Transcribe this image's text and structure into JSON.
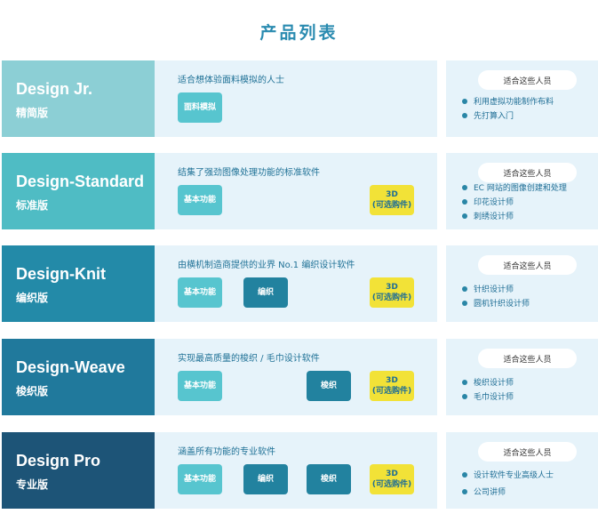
{
  "page": {
    "title": "产品列表"
  },
  "labels": {
    "users_header": "适合这些人员"
  },
  "colors": {
    "row1": "#8ccfd5",
    "row2": "#4fbcc4",
    "row3": "#238aa8",
    "row4": "#20799c",
    "row5": "#1d5477",
    "btn_light": "#57c5cf",
    "btn_dark": "#22829f",
    "btn_3d": "#f2e237",
    "panel": "#e6f3fa"
  },
  "products": [
    {
      "name": "Design Jr.",
      "subtitle": "精简版",
      "description": "适合想体验面料模拟的人士",
      "buttons": [
        "面料模拟"
      ],
      "users": [
        "利用虚拟功能制作布料",
        "先打算入门"
      ]
    },
    {
      "name": "Design-Standard",
      "subtitle": "标准版",
      "description": "结集了强劲图像处理功能的标准软件",
      "buttons": [
        "基本功能",
        "3D\n(可选购件)"
      ],
      "users": [
        "EC 网站的图像创建和处理",
        "印花设计师",
        "刺绣设计师"
      ]
    },
    {
      "name": "Design-Knit",
      "subtitle": "编织版",
      "description": "由横机制造商提供的业界 No.1 编织设计软件",
      "buttons": [
        "基本功能",
        "编织",
        "3D\n(可选购件)"
      ],
      "users": [
        "针织设计师",
        "圆机针织设计师"
      ]
    },
    {
      "name": "Design-Weave",
      "subtitle": "梭织版",
      "description": "实现最高质量的梭织 / 毛巾设计软件",
      "buttons": [
        "基本功能",
        "梭织",
        "3D\n(可选购件)"
      ],
      "users": [
        "梭织设计师",
        "毛巾设计师"
      ]
    },
    {
      "name": "Design Pro",
      "subtitle": "专业版",
      "description": "涵盖所有功能的专业软件",
      "buttons": [
        "基本功能",
        "编织",
        "梭织",
        "3D\n(可选购件)"
      ],
      "users": [
        "设计软件专业高级人士",
        "公司讲师"
      ]
    }
  ]
}
